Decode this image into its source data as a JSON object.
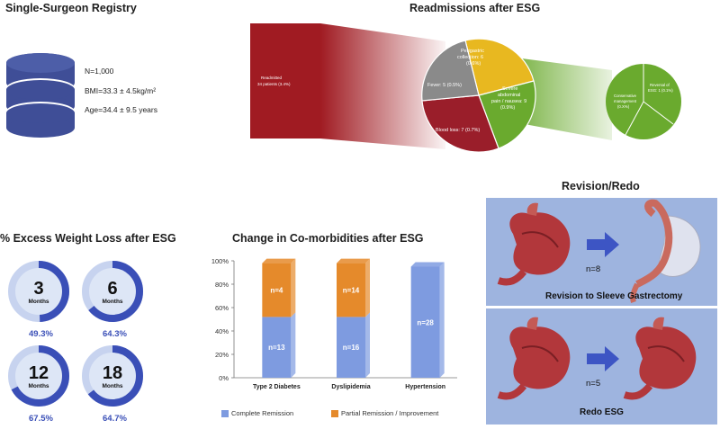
{
  "registry": {
    "title": "Single-Surgeon Registry",
    "n": "N=1,000",
    "bmi": "BMI=33.3 ± 4.5kg/m²",
    "age": "Age=34.4 ± 9.5 years"
  },
  "readmissions": {
    "title": "Readmissions after ESG",
    "bar_label_1": "Readmitted",
    "bar_label_2": "34 patients (3.4%)",
    "slices": [
      {
        "label_1": "Perigastric",
        "label_2": "collection: 6",
        "label_3": "(0.6%)",
        "color": "#e8b820"
      },
      {
        "label_1": "Severe",
        "label_2": "abdominal",
        "label_3": "pain / nausea: 9",
        "label_4": "(0.9%)",
        "color": "#6aaa2e"
      },
      {
        "label_1": "Blood loss: 7 (0.7%)",
        "color": "#9a1e2a"
      },
      {
        "label_1": "Fever: 5 (0.5%)",
        "color": "#8a8a8a"
      }
    ],
    "sub_pie": [
      {
        "label_1": "Conservative",
        "label_2": "management",
        "label_3": "(0.X%)"
      },
      {
        "label_1": "Reversal of",
        "label_2": "ESG: 1 (0.1%)"
      }
    ]
  },
  "ewl": {
    "title": "% Excess Weight Loss after ESG",
    "months_label": "Months",
    "rings": [
      {
        "months": "3",
        "pct": "49.3%",
        "fraction": 0.493
      },
      {
        "months": "6",
        "pct": "64.3%",
        "fraction": 0.643
      },
      {
        "months": "12",
        "pct": "67.5%",
        "fraction": 0.675
      },
      {
        "months": "18",
        "pct": "64.7%",
        "fraction": 0.647
      }
    ]
  },
  "comorb": {
    "title": "Change in Co-morbidities after ESG",
    "legend_complete": "Complete Remission",
    "legend_partial": "Partial Remission / Improvement",
    "colors": {
      "complete": "#7e9be0",
      "partial": "#e58a2b"
    }
  },
  "chart_data": {
    "type": "bar",
    "title": "Change in Co-morbidities after ESG",
    "categories": [
      "Type 2 Diabetes",
      "Dyslipidemia",
      "Hypertension"
    ],
    "yticks": [
      "0%",
      "20%",
      "40%",
      "60%",
      "80%",
      "100%"
    ],
    "ylim": [
      0,
      100
    ],
    "series": [
      {
        "name": "Complete Remission",
        "values": [
          52,
          52,
          95
        ],
        "labels": [
          "n=13",
          "n=16",
          "n=28"
        ]
      },
      {
        "name": "Partial Remission / Improvement",
        "values": [
          46,
          46,
          0
        ],
        "labels": [
          "n=4",
          "n=14",
          ""
        ]
      }
    ],
    "stacked": true,
    "grid": false,
    "legend": "bottom"
  },
  "revision": {
    "title": "Revision/Redo",
    "top_count": "n=8",
    "top_caption": "Revision to Sleeve Gastrectomy",
    "bottom_count": "n=5",
    "bottom_caption": "Redo ESG"
  }
}
